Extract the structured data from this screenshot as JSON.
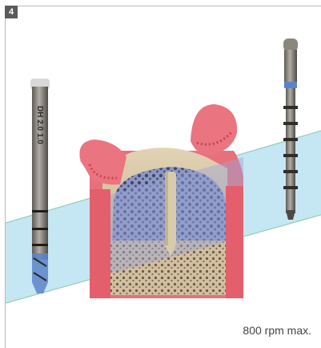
{
  "figure": {
    "step_number": "4",
    "speed_text": "800 rpm max."
  },
  "illustration": {
    "subject": "bone-cross-section-with-drill-and-depth-gauge",
    "colors": {
      "gingiva": "#e8707a",
      "cortical_bone": "#d9c9a8",
      "cancellous_bone_upper": "#8c98bf",
      "cancellous_bone_lower": "#cbb89a",
      "bone_sagittal_plane": "#a9daee",
      "drill_steel": "#8a8780",
      "drill_marking_blue": "#5a84c9"
    },
    "drill_left_engraving": "DH 2.0 1.0"
  }
}
